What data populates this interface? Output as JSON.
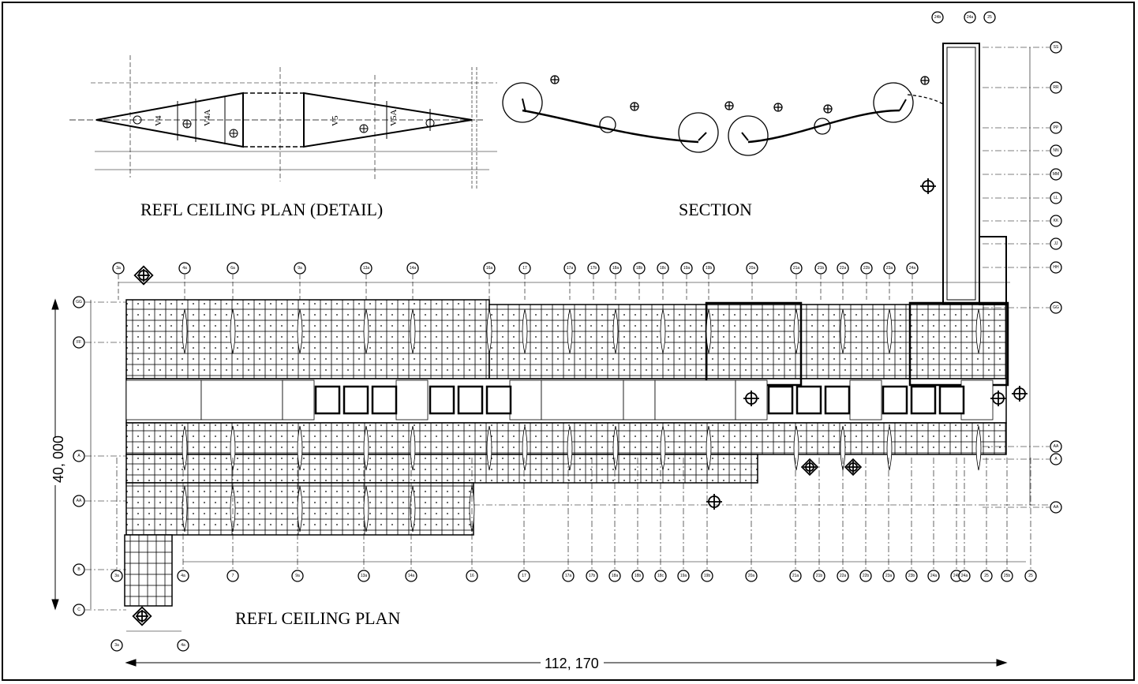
{
  "titles": {
    "detail": "REFL CEILING PLAN (DETAIL)",
    "section": "SECTION",
    "plan": "REFL CEILING PLAN"
  },
  "dimensions": {
    "overall_height": "40, 000",
    "overall_width": "112, 170"
  },
  "detail_labels": [
    "V4",
    "V4A",
    "V5",
    "V5A"
  ],
  "grid_top": [
    "3a",
    "4a",
    "6a",
    "9a",
    "13a",
    "14a",
    "16a",
    "17",
    "17a",
    "17b",
    "18a",
    "18b",
    "18c",
    "19a",
    "19b",
    "20a",
    "21a",
    "21b",
    "22a",
    "22b",
    "23a",
    "24a"
  ],
  "grid_bottom": [
    "3a",
    "4a",
    "7",
    "9a",
    "13a",
    "14a",
    "16",
    "17",
    "17a",
    "17b",
    "18a",
    "18b",
    "18c",
    "19a",
    "19b",
    "20a",
    "21a",
    "21b",
    "22a",
    "22b",
    "23a",
    "23b",
    "24a",
    "24b",
    "24a",
    "25",
    "25b",
    "25"
  ],
  "grid_left": [
    "GG",
    "FF",
    "A",
    "AA",
    "B",
    "C"
  ],
  "grid_right": [
    "SS",
    "RR",
    "PP",
    "NN",
    "MM",
    "LL",
    "KK",
    "JJ",
    "HH",
    "GG",
    "AA",
    "A",
    "AA"
  ],
  "grid_top_right": [
    "24b",
    "24a",
    "25"
  ]
}
